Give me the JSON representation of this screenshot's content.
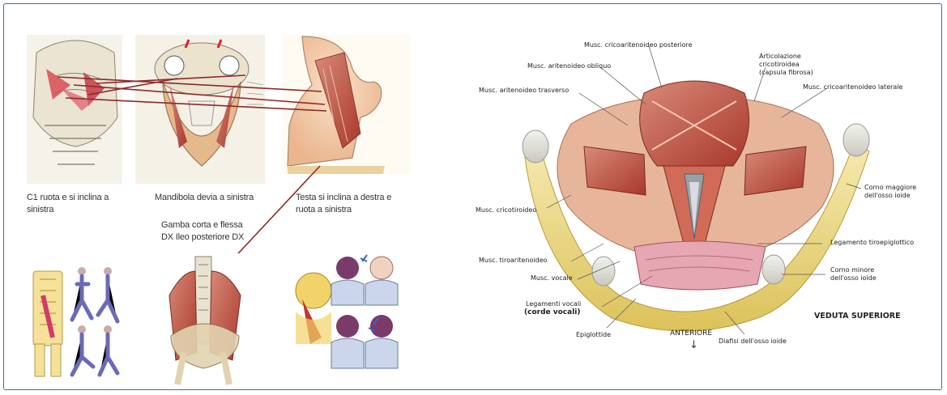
{
  "left_panel": {
    "captions": {
      "c1": "C1 ruota e si inclina a sinistra",
      "mandibola": "Mandibola devia a sinistra",
      "testa": "Testa si inclina a destra e ruota a sinistra",
      "gamba": "Gamba corta e flessa DX Ileo posteriore DX"
    }
  },
  "right_panel": {
    "labels": {
      "crico_post": "Musc. cricoaritenoideo posteriore",
      "artic_1": "Articolazione",
      "artic_2": "cricotiroidea",
      "artic_3": "(capsula fibrosa)",
      "obliquo": "Musc. aritenoideo obliquo",
      "trasverso": "Musc. aritenoideo trasverso",
      "crico_lat": "Musc. cricoaritenoideo laterale",
      "cricotiroideo": "Musc. cricotiroideo",
      "corno_magg_1": "Corno maggiore",
      "corno_magg_2": "dell'osso ioide",
      "lig_tiro": "Legamento tiroepiglottico",
      "tiroaritenoideo": "Musc. tiroaritenoideo",
      "corno_min_1": "Corno minore",
      "corno_min_2": "dell'osso ioide",
      "vocale": "Musc. vocale",
      "leg_voc_1": "Legamenti vocali",
      "leg_voc_2": "(corde vocali)",
      "epiglottide": "Epiglottide",
      "anteriore": "ANTERIORE",
      "diafisi": "Diafisi dell'osso ioide",
      "veduta": "VEDUTA SUPERIORE"
    },
    "anteriore_arrow": "↓"
  }
}
